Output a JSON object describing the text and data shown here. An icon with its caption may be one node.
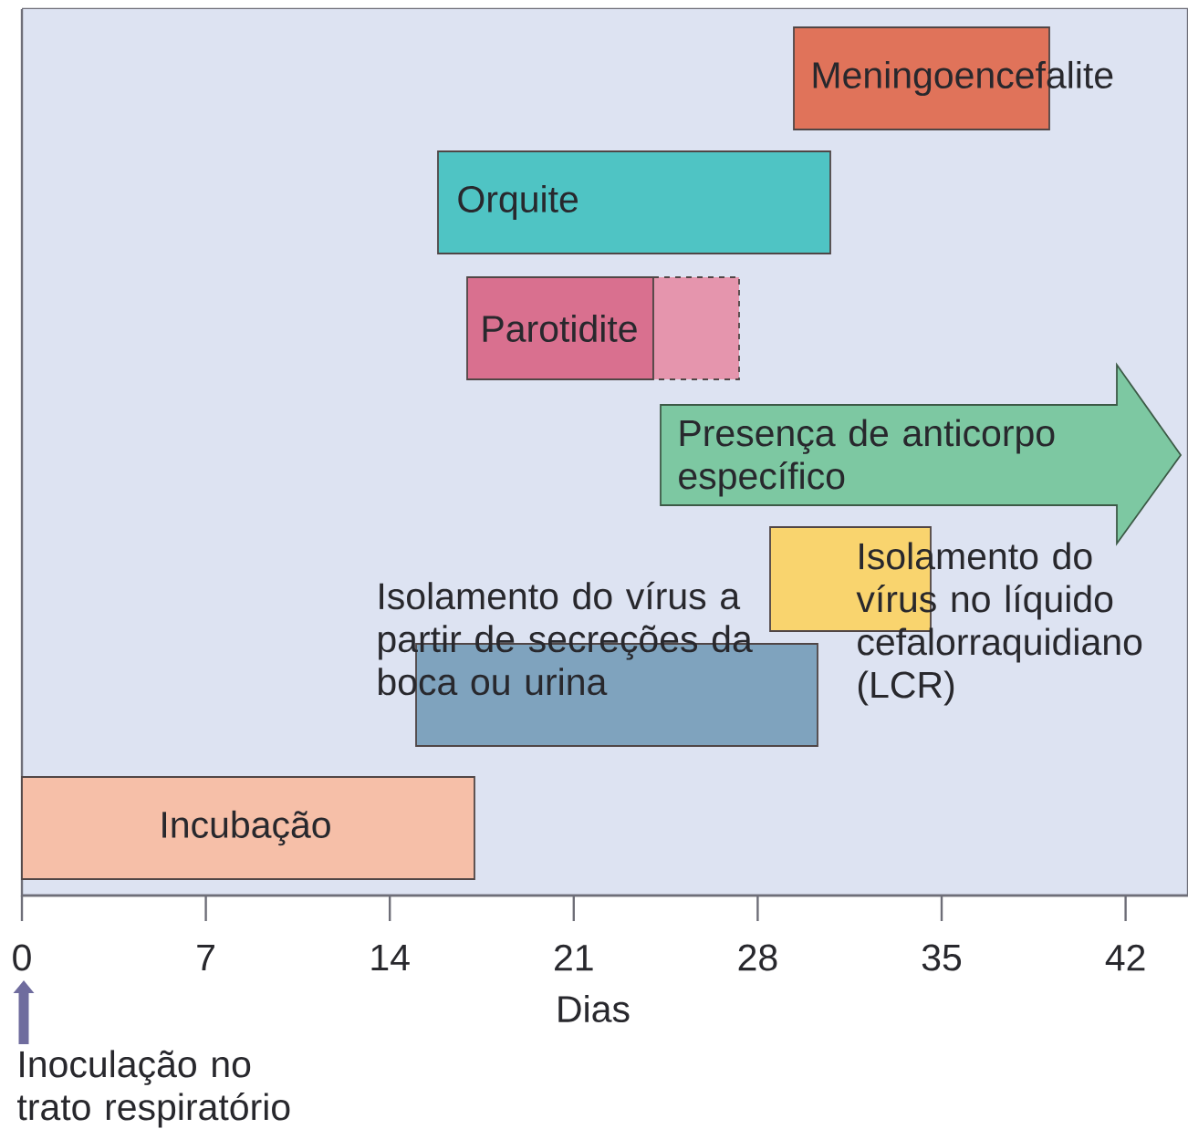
{
  "diagram": {
    "nodes": [
      {
        "text": [
          "Meningoencefalite"
        ]
      },
      {
        "text": [
          "Orquite"
        ]
      },
      {
        "text": [
          "Parotidite"
        ]
      },
      {
        "text": [
          "Presença de anticorpo específico"
        ]
      },
      {
        "text": [
          "Isolamento do vírus no líquido cefalorraquidiano (LCR)"
        ]
      },
      {
        "text": [
          "Isolamento do vírus a partir de secreções da boca ou urina"
        ]
      },
      {
        "text": [
          "Incubação"
        ]
      },
      {
        "text": [
          "Inoculação no trato respiratório"
        ]
      },
      {
        "text": [
          "0"
        ]
      }
    ],
    "edges": [
      {
        "from": 7,
        "to": 8,
        "arrow": "to",
        "color": "#6f6c9e"
      }
    ],
    "labels": [
      "7",
      "14",
      "21",
      "28",
      "35",
      "42",
      "Dias"
    ]
  }
}
